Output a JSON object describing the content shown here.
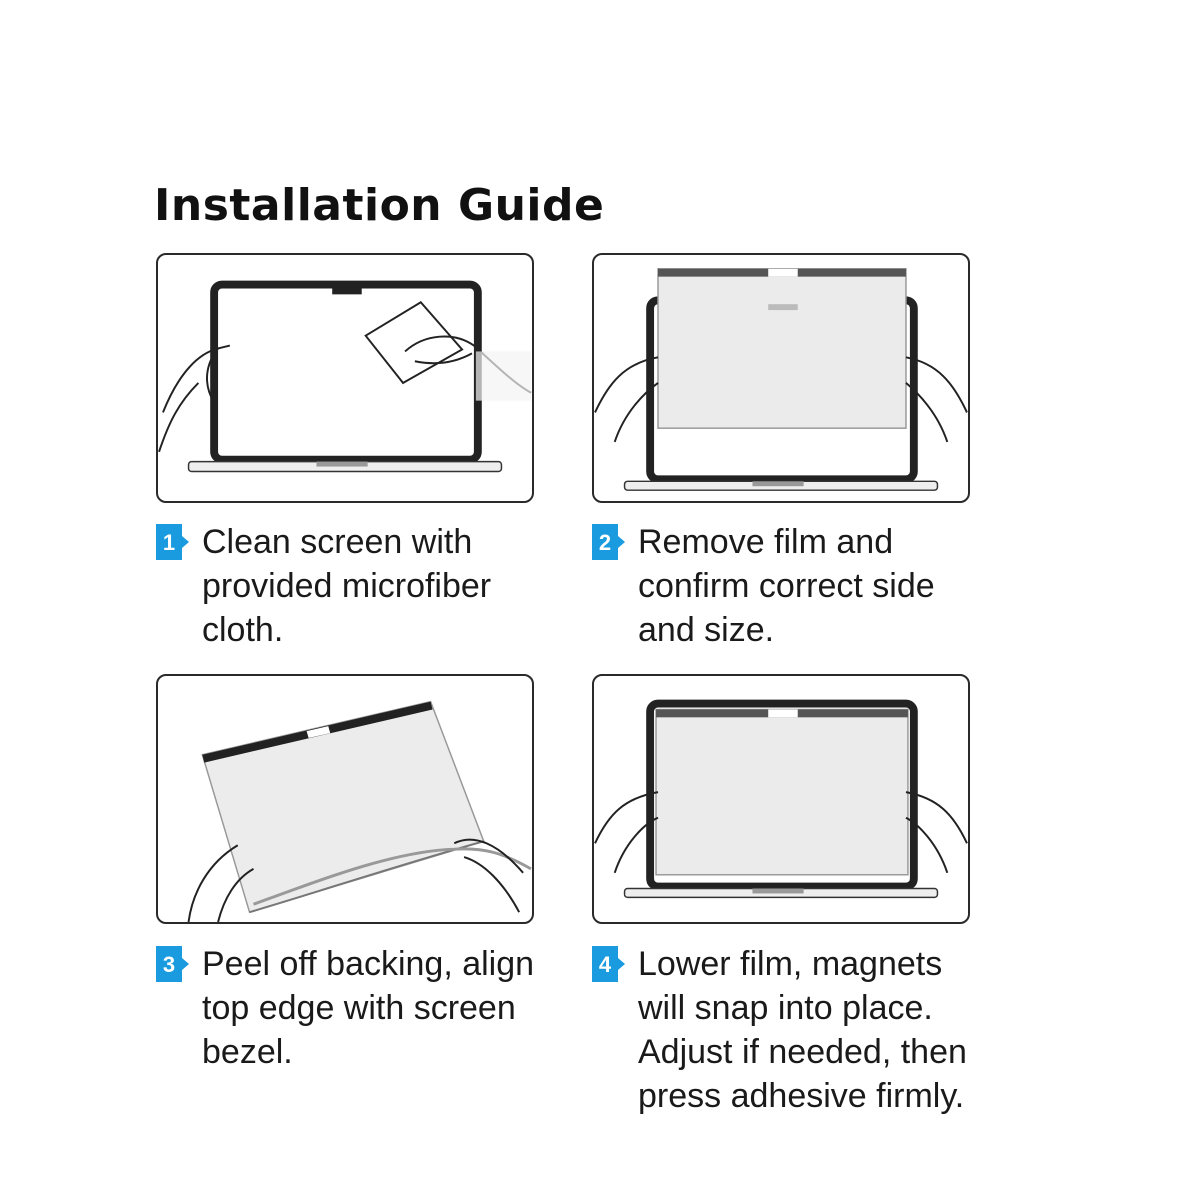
{
  "page": {
    "title": "Installation Guide",
    "accent_color": "#1a9be0"
  },
  "steps": [
    {
      "number": "1",
      "text": "Clean screen with provided microfiber cloth.",
      "illustration": "laptop-cleaning-cloth-icon"
    },
    {
      "number": "2",
      "text": "Remove film and confirm correct side and size.",
      "illustration": "laptop-film-alignment-icon"
    },
    {
      "number": "3",
      "text": "Peel off backing, align top edge with screen bezel.",
      "illustration": "film-peel-backing-icon"
    },
    {
      "number": "4",
      "text": "Lower film, magnets will snap into place. Adjust if needed, then press adhesive firmly.",
      "illustration": "laptop-film-installed-icon"
    }
  ]
}
